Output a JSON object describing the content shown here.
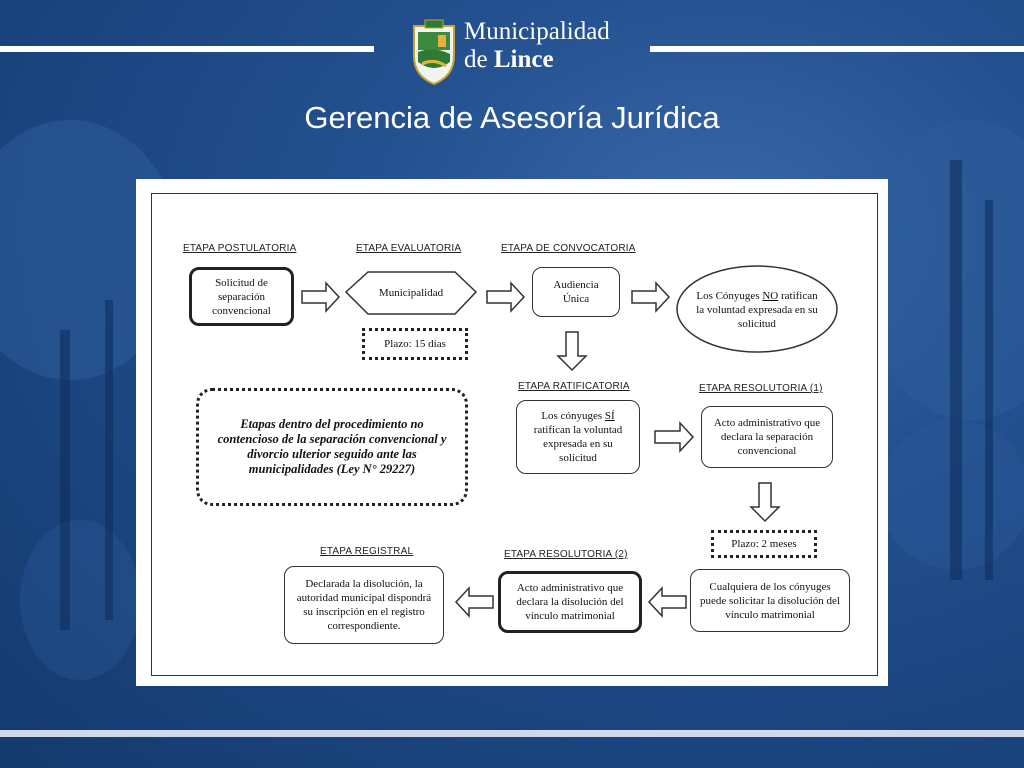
{
  "header": {
    "logo_line1": "Municipalidad",
    "logo_line2_prefix": "de ",
    "logo_line2_bold": "Lince",
    "title": "Gerencia de Asesoría Jurídica"
  },
  "diagram": {
    "stages": {
      "postulatoria": "ETAPA POSTULATORIA",
      "evaluatoria": "ETAPA EVALUATORIA",
      "convocatoria": "ETAPA DE CONVOCATORIA",
      "ratificatoria": "ETAPA RATIFICATORIA",
      "resolutoria1": "ETAPA RESOLUTORIA (1)",
      "resolutoria2": "ETAPA RESOLUTORIA (2)",
      "registral": "ETAPA REGISTRAL"
    },
    "boxes": {
      "solicitud": "Solicitud de separación convencional",
      "municipalidad": "Municipalidad",
      "plazo15": "Plazo: 15 días",
      "audiencia": "Audiencia Única",
      "no_ratifican_pre": "Los Cónyuges ",
      "no_ratifican_em": "NO",
      "no_ratifican_post": " ratifican la voluntad expresada en su solicitud",
      "si_ratifican_pre": "Los cónyuges ",
      "si_ratifican_em": "SÍ",
      "si_ratifican_post": " ratifican la voluntad expresada en su solicitud",
      "acto1": "Acto administrativo que declara la separación convencional",
      "plazo2": "Plazo: 2 meses",
      "cualquiera": "Cualquiera de los cónyuges puede solicitar la disolución del vínculo matrimonial",
      "acto2": "Acto administrativo que declara la disolución del vínculo matrimonial",
      "declarada": "Declarada la disolución, la autoridad municipal dispondrá su inscripción en el registro correspondiente.",
      "etapas_note": "Etapas dentro del procedimiento no contencioso de la separación convencional y divorcio ulterior seguido ante las municipalidades (Ley N° 29227)"
    }
  },
  "colors": {
    "background": "#1f4b8a",
    "panel": "#ffffff",
    "text": "#111111"
  }
}
